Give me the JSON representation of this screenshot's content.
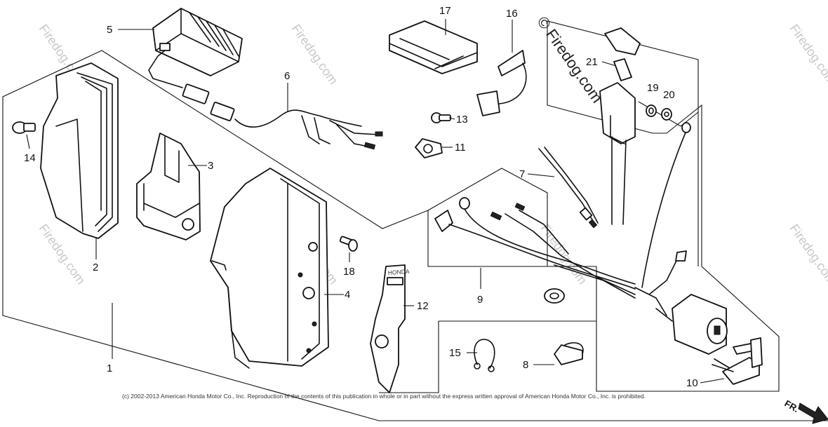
{
  "callouts": {
    "c1": "1",
    "c2": "2",
    "c3": "3",
    "c4": "4",
    "c5": "5",
    "c6": "6",
    "c7": "7",
    "c8": "8",
    "c9": "9",
    "c10": "10",
    "c11": "11",
    "c12": "12",
    "c13": "13",
    "c14": "14",
    "c15": "15",
    "c16": "16",
    "c17": "17",
    "c18": "18",
    "c19": "19",
    "c20": "20",
    "c21": "21"
  },
  "watermark": {
    "symbol": "©",
    "brand": "Firedog.com"
  },
  "copyright": "(c) 2002-2013 American Honda Motor Co., Inc. Reproduction of the contents of this publication in whole or in part without the express written approval of American Honda Motor Co., Inc. is prohibited.",
  "direction_label": "FR.",
  "plate_label": "HONDA",
  "colors": {
    "line": "#111111",
    "watermark": "#c8c8c8",
    "fill": "#ffffff"
  }
}
